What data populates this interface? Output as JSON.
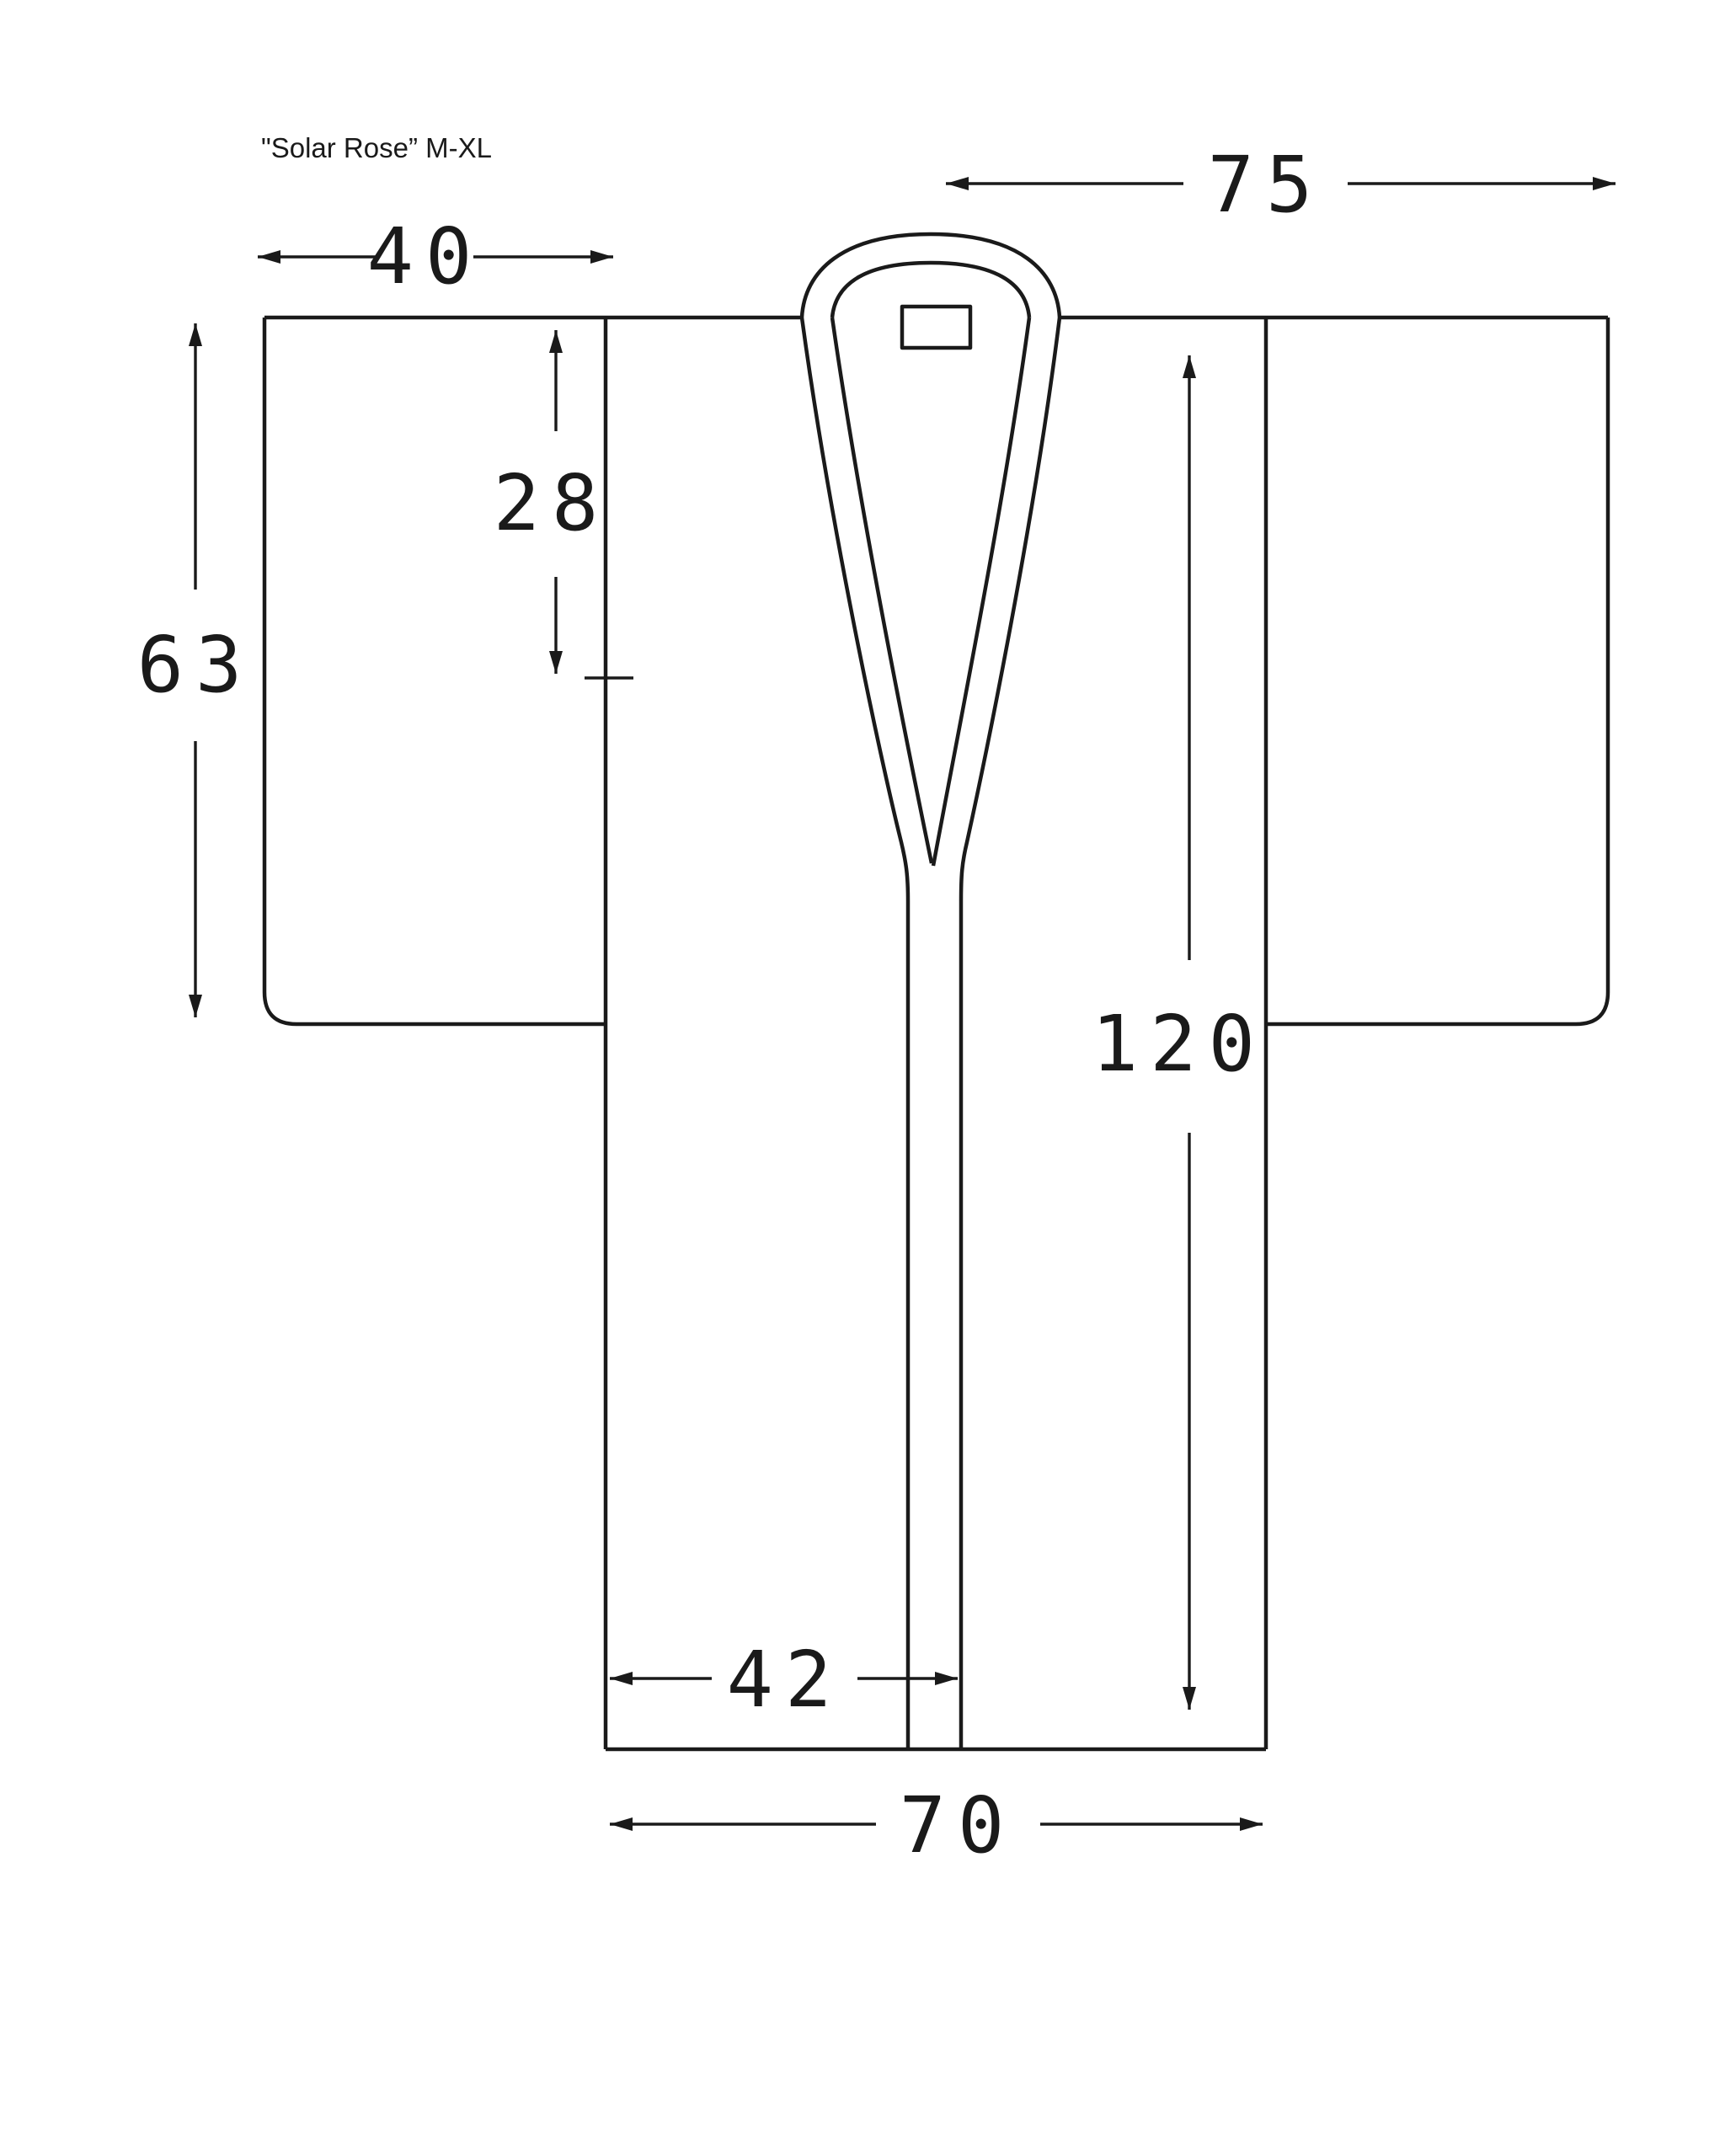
{
  "title": "\"Solar Rose” M-XL",
  "diagram": {
    "subject": "kimono-flat-sketch",
    "measurements": {
      "sleeve_width": "40",
      "center_to_sleeve_end": "75",
      "sleeve_opening_depth": "28",
      "sleeve_length": "63",
      "body_length": "120",
      "front_panel_width": "42",
      "hem_width": "70"
    }
  }
}
